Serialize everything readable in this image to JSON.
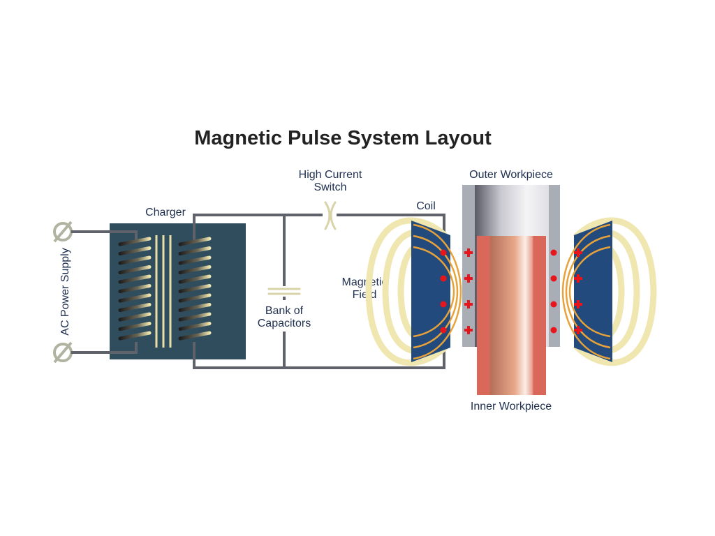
{
  "title": "Magnetic Pulse System Layout",
  "labels": {
    "ac_power_supply": "AC Power Supply",
    "charger": "Charger",
    "high_current_switch_line1": "High Current",
    "high_current_switch_line2": "Switch",
    "bank_of_capacitors_line1": "Bank of",
    "bank_of_capacitors_line2": "Capacitors",
    "magnetic_field_line1": "Magnetic",
    "magnetic_field_line2": "Field",
    "coil": "Coil",
    "outer_workpiece": "Outer Workpiece",
    "inner_workpiece": "Inner Workpiece"
  },
  "colors": {
    "charger": "#2f4d5c",
    "coil": "#234a7c",
    "wire": "#5f626a",
    "field": "#efe6b0",
    "field_inner": "#e8a23a",
    "charge": "#e8161c",
    "outer_wall": "#a9aeb6",
    "copper": "#d9685a"
  }
}
